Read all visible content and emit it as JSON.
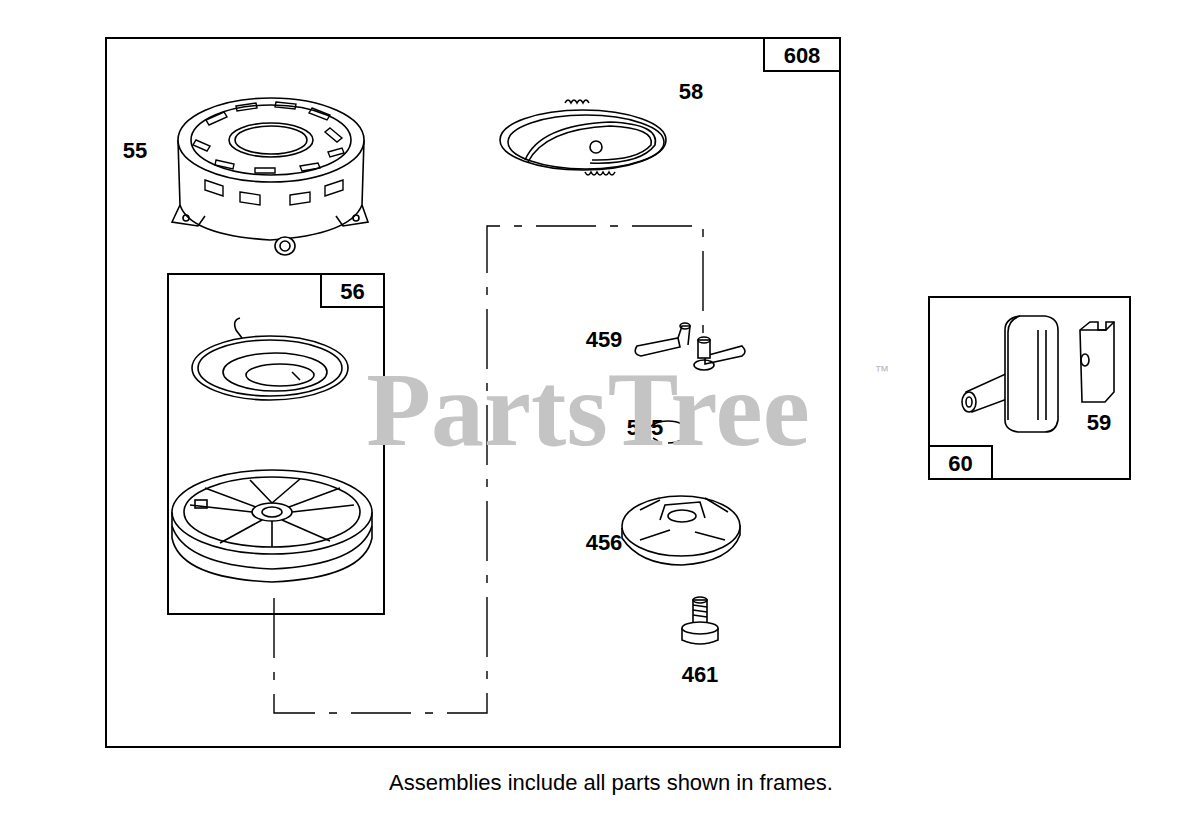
{
  "diagram": {
    "caption": "Assemblies include all parts shown in frames.",
    "nodes": [
      {
        "text": [
          "608"
        ]
      },
      {
        "text": [
          "56"
        ],
        "in": 0
      },
      {
        "text": [
          "60"
        ]
      }
    ],
    "labels": [
      "55",
      "58",
      "459",
      "515",
      "456",
      "461",
      "59",
      "PartsTree",
      "™"
    ]
  }
}
